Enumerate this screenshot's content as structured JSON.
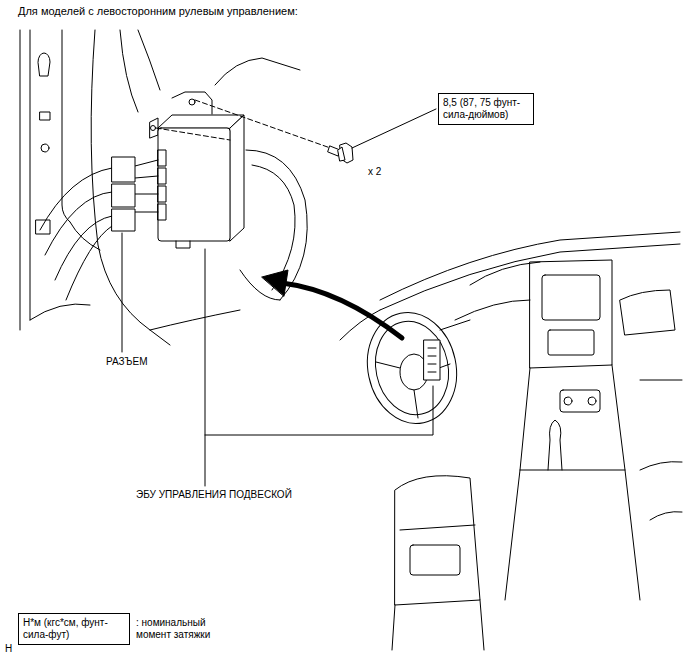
{
  "diagram": {
    "title": "Для моделей с левосторонним рулевым управлением:",
    "nodes": [
      {
        "text": [
          "8,5 (87, 75 фунт-сила-дюймов)"
        ]
      },
      {
        "text": [
          "Н*м (кгс*см, фунт-сила-фут)",
          ": номинальный момент затяжки"
        ]
      }
    ],
    "labels": [
      "x 2",
      "РАЗЪЕМ",
      "ЭБУ УПРАВЛЕНИЯ ПОДВЕСКОЙ",
      "H"
    ]
  }
}
